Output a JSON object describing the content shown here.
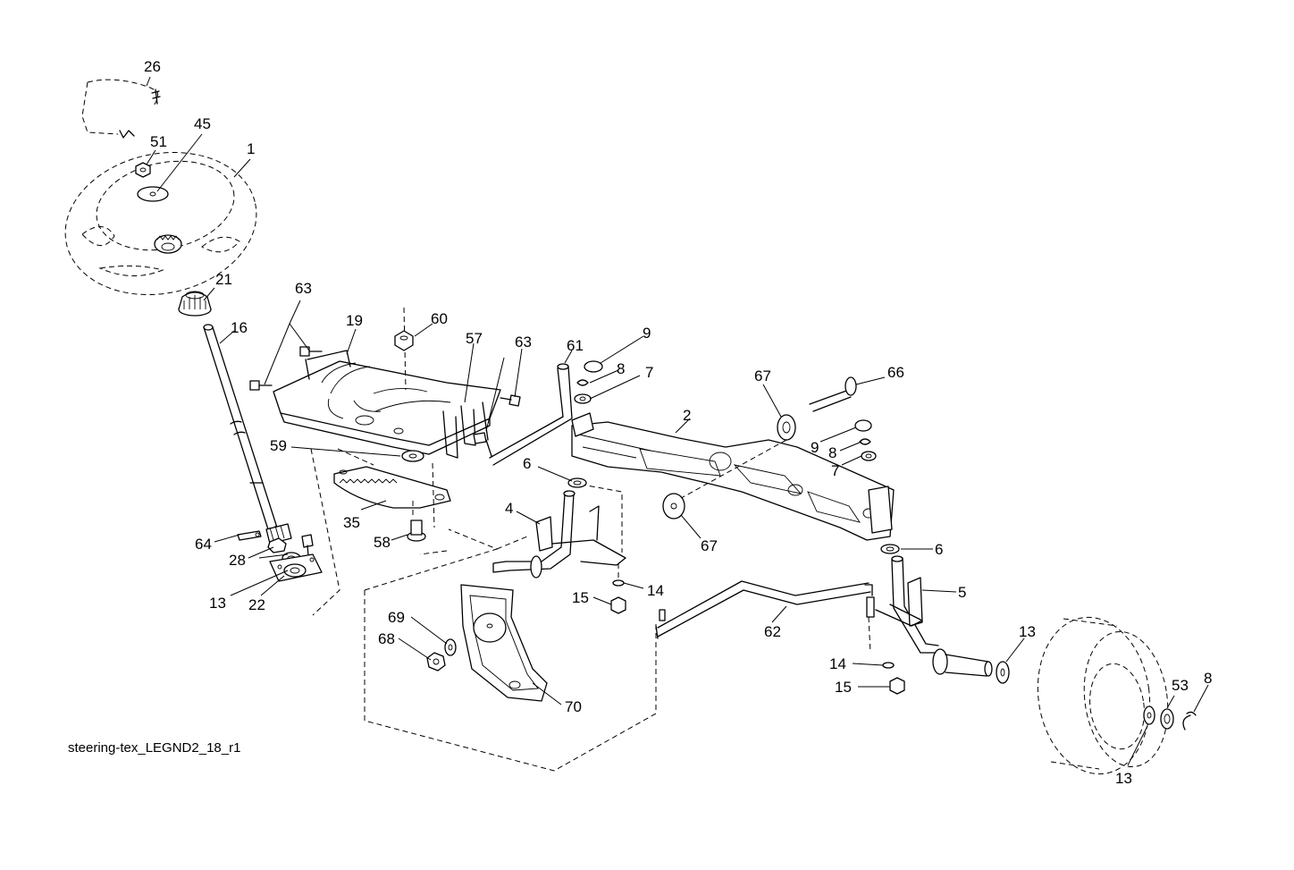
{
  "caption": "steering-tex_LEGND2_18_r1",
  "callouts": {
    "c26": "26",
    "c45": "45",
    "c51": "51",
    "c1": "1",
    "c21": "21",
    "c16": "16",
    "c63a": "63",
    "c19": "19",
    "c60": "60",
    "c57": "57",
    "c63b": "63",
    "c61": "61",
    "c9a": "9",
    "c8a": "8",
    "c7a": "7",
    "c2": "2",
    "c67a": "67",
    "c66": "66",
    "c9b": "9",
    "c8b": "8",
    "c7b": "7",
    "c59": "59",
    "c6a": "6",
    "c35": "35",
    "c58": "58",
    "c4": "4",
    "c67b": "67",
    "c6b": "6",
    "c64": "64",
    "c28": "28",
    "c13a": "13",
    "c22": "22",
    "c14a": "14",
    "c15a": "15",
    "c5": "5",
    "c69": "69",
    "c68": "68",
    "c62": "62",
    "c13b": "13",
    "c14b": "14",
    "c15b": "15",
    "c70": "70",
    "c53": "53",
    "c8c": "8",
    "c13c": "13"
  }
}
